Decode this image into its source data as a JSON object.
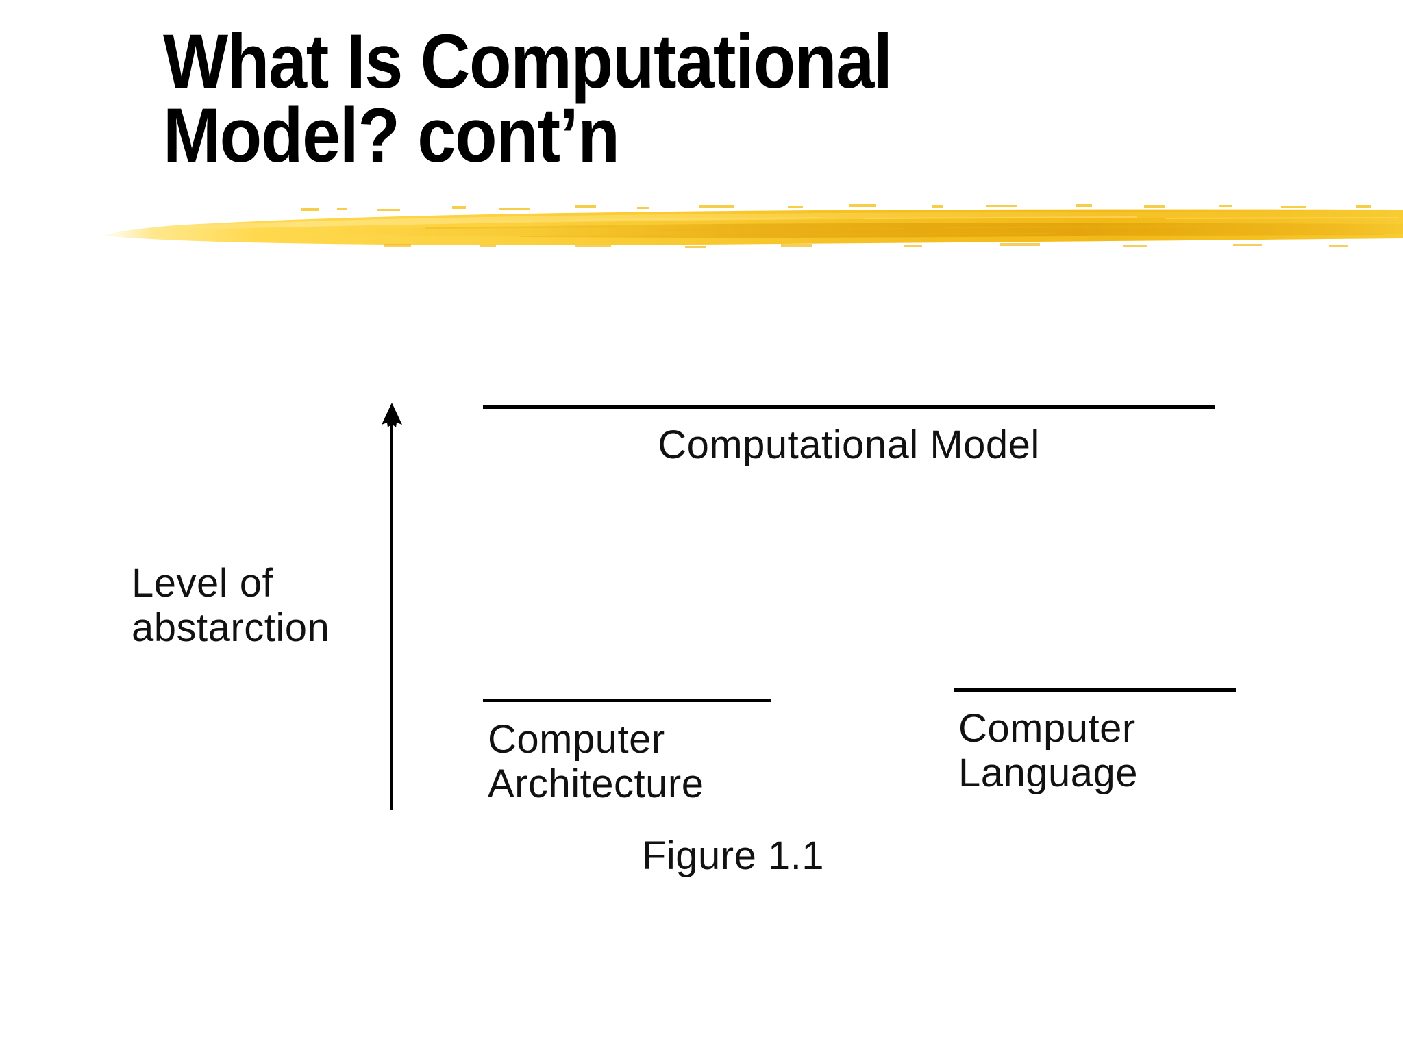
{
  "slide": {
    "title": "What Is Computational\nModel? cont’n",
    "background_color": "#ffffff",
    "text_color": "#000000"
  },
  "accent": {
    "brush_stroke_name": "yellow-brush-underline",
    "color_light": "#FFE066",
    "color_mid": "#F9CE36",
    "color_deep": "#F0B51A",
    "color_shadow": "#E3A50D"
  },
  "diagram": {
    "axis": {
      "label": "Level of\nabstarction",
      "arrow_direction": "up",
      "arrow_name": "level-of-abstraction-arrow"
    },
    "nodes": [
      {
        "id": "computational-model",
        "label": "Computational Model",
        "rule_color": "#000000"
      },
      {
        "id": "computer-architecture",
        "label": "Computer\nArchitecture",
        "rule_color": "#000000"
      },
      {
        "id": "computer-language",
        "label": "Computer\nLanguage",
        "rule_color": "#000000"
      }
    ],
    "caption": "Figure 1.1"
  }
}
